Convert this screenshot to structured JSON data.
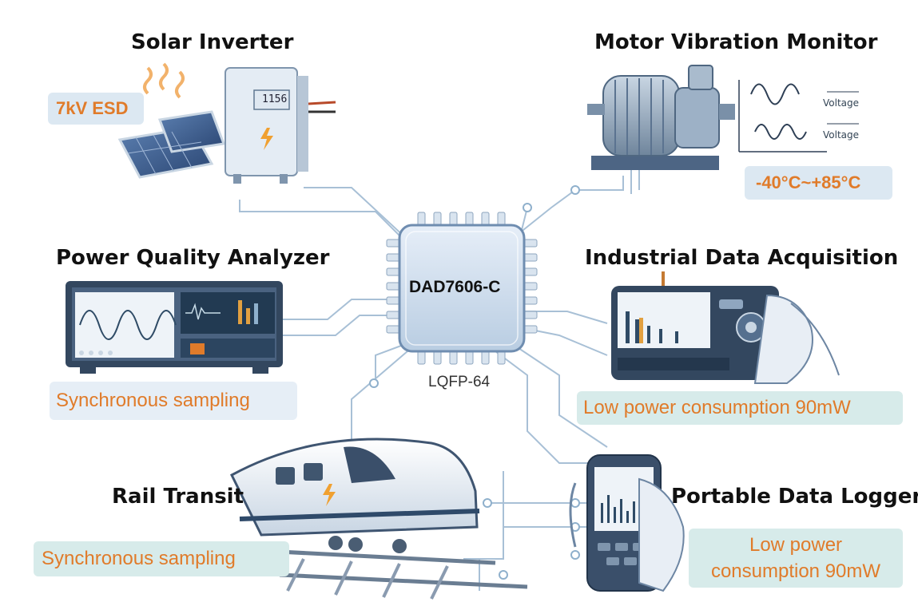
{
  "chip": {
    "name": "DAD7606-C",
    "package": "LQFP-64"
  },
  "applications": {
    "solar": {
      "title": "Solar Inverter",
      "badge": "7kV ESD",
      "display": "1156"
    },
    "motor": {
      "title": "Motor Vibration Monitor",
      "badge": "-40°C~+85°C",
      "wave_label_1": "Voltage",
      "wave_label_2": "Voltage"
    },
    "power": {
      "title": "Power Quality Analyzer",
      "badge": "Synchronous sampling"
    },
    "industrial": {
      "title": "Industrial Data Acquisition",
      "badge": "Low power consumption 90mW"
    },
    "rail": {
      "title": "Rail Transit",
      "badge": "Synchronous sampling"
    },
    "logger": {
      "title": "Portable Data Logger",
      "badge_line1": "Low power",
      "badge_line2": "consumption 90mW"
    }
  },
  "colors": {
    "accent_orange": "#e07b2a",
    "badge_bg": "#dce8f2",
    "badge_bg_teal": "#d7ebea",
    "chip_fill": "#d6e4f2",
    "line_color": "#9ab6cf"
  }
}
